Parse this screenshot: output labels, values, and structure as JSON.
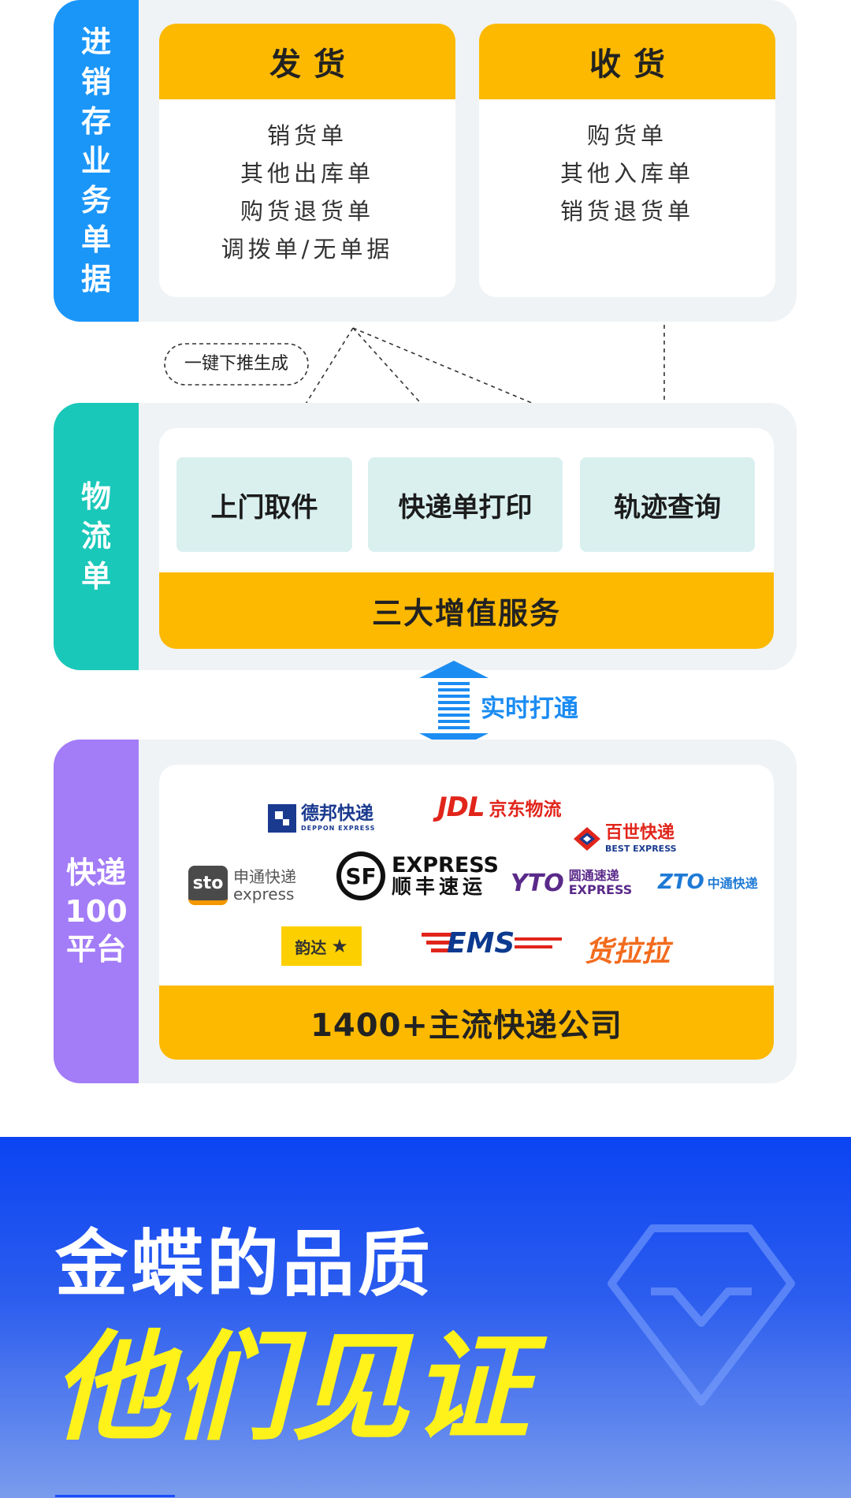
{
  "flow": {
    "business": {
      "side_label": "进销存业务单据",
      "cards": [
        {
          "title": "发货",
          "items": [
            "销货单",
            "其他出库单",
            "购货退货单",
            "调拨单/无单据"
          ]
        },
        {
          "title": "收货",
          "items": [
            "购货单",
            "其他入库单",
            "销货退货单"
          ]
        }
      ]
    },
    "push_label": "一键下推生成",
    "logistics": {
      "side_label": "物流单",
      "services": [
        "上门取件",
        "快递单打印",
        "轨迹查询"
      ],
      "footer": "三大增值服务"
    },
    "sync_label": "实时打通",
    "kuaidi": {
      "side_label": "快递100平台",
      "logos": [
        {
          "name": "德邦快递",
          "sub": "DEPPON EXPRESS"
        },
        {
          "name": "JDL",
          "sub": "京东物流"
        },
        {
          "name": "百世快递",
          "sub": "BEST EXPRESS"
        },
        {
          "name": "sto",
          "sub": "申通快递 express"
        },
        {
          "name": "EXPRESS",
          "sub": "顺丰速运"
        },
        {
          "name": "YTO",
          "sub": "圆通速递 EXPRESS"
        },
        {
          "name": "ZTO",
          "sub": "中通快递"
        },
        {
          "name": "韵达"
        },
        {
          "name": "EMS"
        },
        {
          "name": "货拉拉"
        }
      ],
      "footer": "1400+主流快递公司"
    }
  },
  "quality": {
    "line1": "金蝶的品质",
    "line2": "他们见证"
  },
  "colors": {
    "accent_yellow": "#fcb900",
    "side_blue": "#1a96f9",
    "side_teal": "#19c8b9",
    "side_purple": "#a37cf7",
    "banner_blue": "#0b44f2"
  },
  "icons": {
    "diamond": "diamond-icon",
    "double_arrow": "double-arrow-icon"
  }
}
